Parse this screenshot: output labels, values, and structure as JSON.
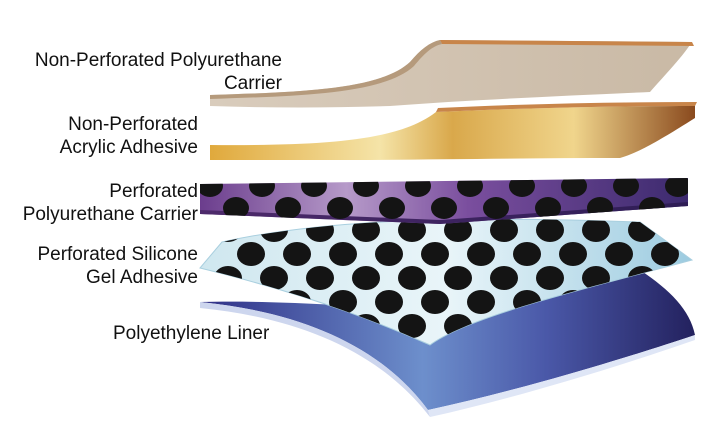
{
  "layers": [
    {
      "name": "non-perforated-polyurethane-carrier",
      "label_lines": [
        "Non-Perforated Polyurethane",
        "Carrier"
      ],
      "color": "#d6c8b5",
      "perforated": false
    },
    {
      "name": "non-perforated-acrylic-adhesive",
      "label_lines": [
        "Non-Perforated",
        "Acrylic Adhesive"
      ],
      "color": "#d9a84b",
      "perforated": false
    },
    {
      "name": "perforated-polyurethane-carrier",
      "label_lines": [
        "Perforated",
        "Polyurethane Carrier"
      ],
      "color": "#6a3f8c",
      "perforated": true
    },
    {
      "name": "perforated-silicone-gel-adhesive",
      "label_lines": [
        "Perforated Silicone",
        "Gel Adhesive"
      ],
      "color": "#bfe0ec",
      "perforated": true
    },
    {
      "name": "polyethylene-liner",
      "label_lines": [
        "Polyethylene Liner"
      ],
      "color": "#3c3f9a",
      "perforated": false
    }
  ],
  "colors": {
    "hole": "#141414",
    "edge_carrier": "#c8854a",
    "edge_liner": "#e8ecf8"
  }
}
